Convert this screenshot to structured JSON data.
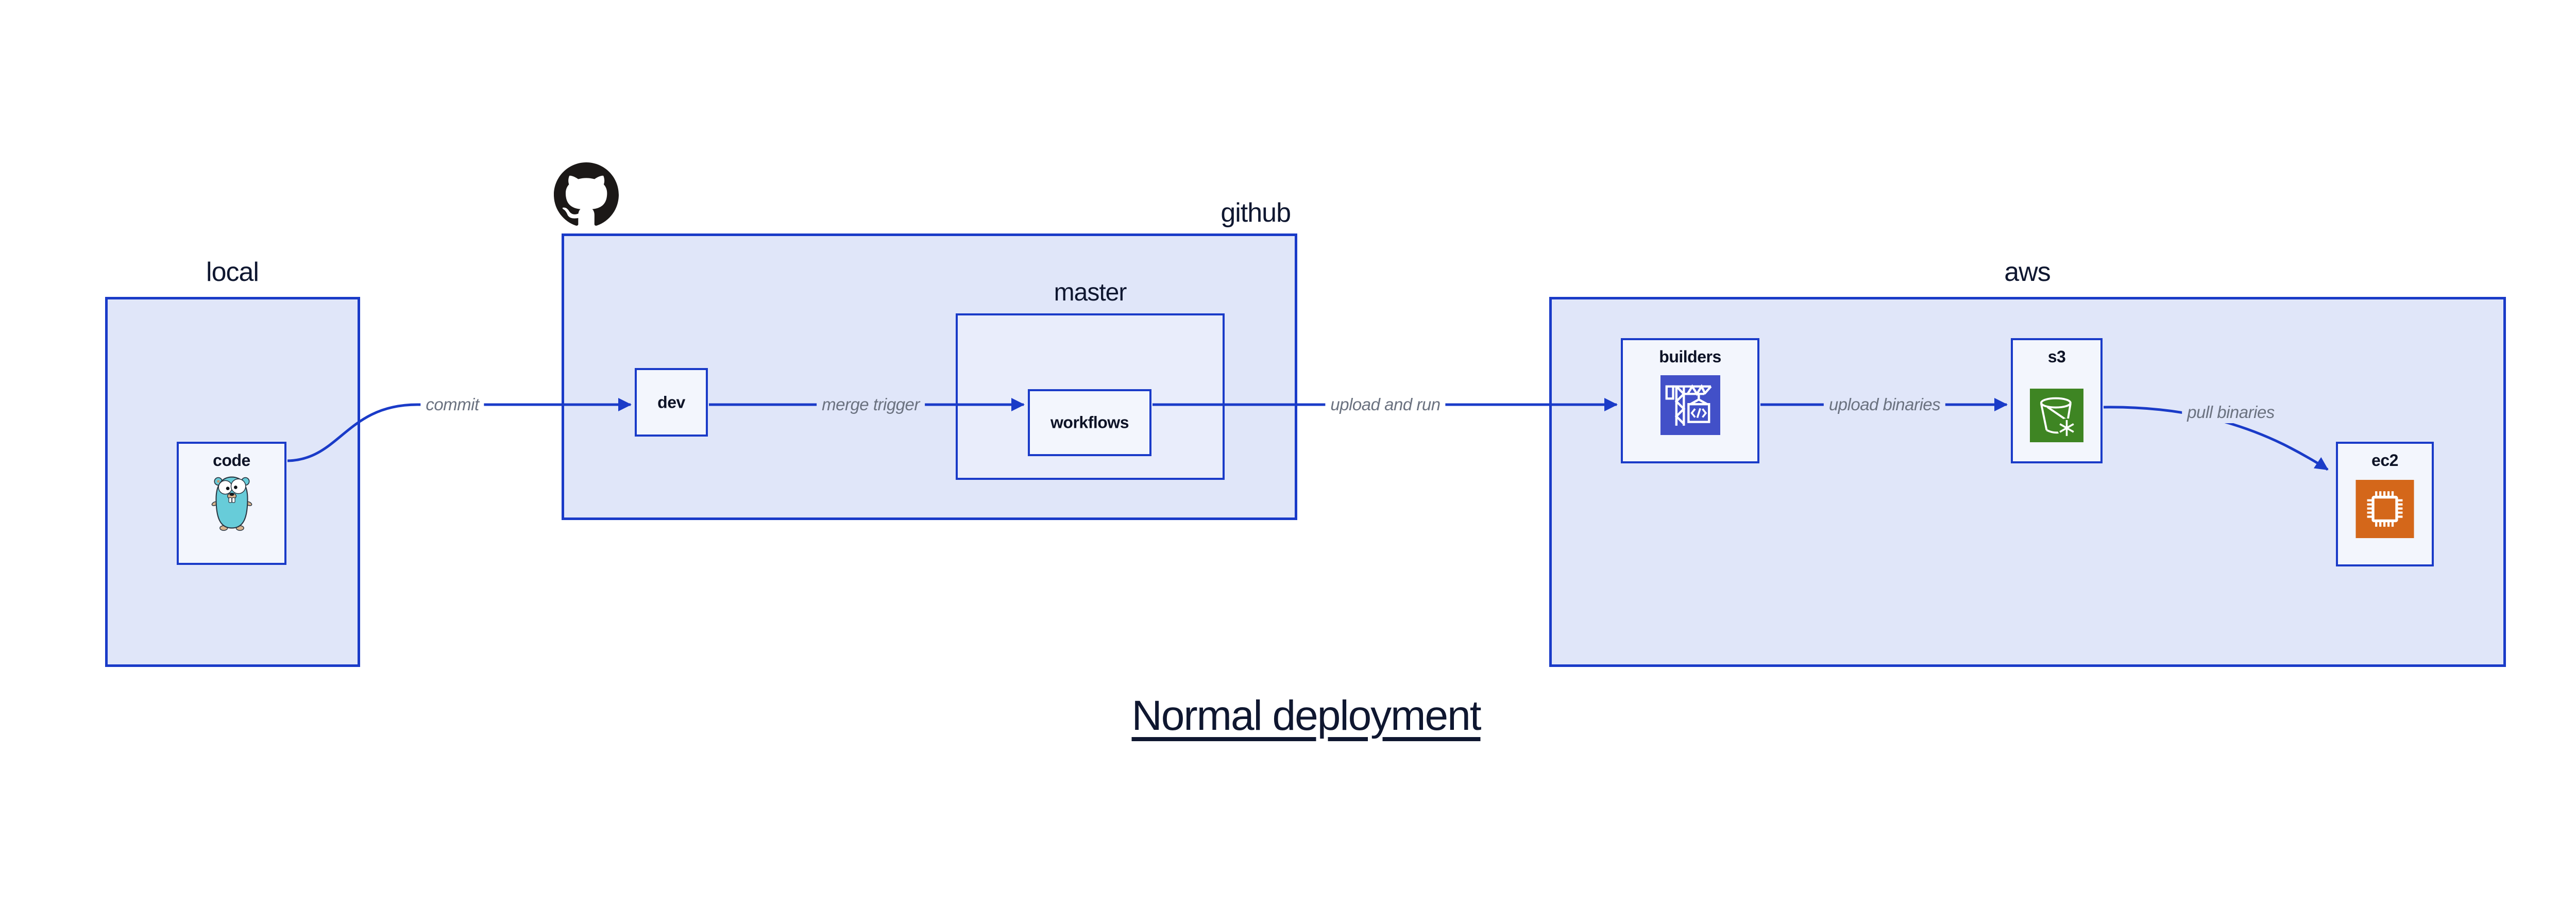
{
  "title": {
    "text": "Normal deployment"
  },
  "groups": {
    "local": {
      "label": "local"
    },
    "github": {
      "label": "github"
    },
    "master": {
      "label": "master"
    },
    "aws": {
      "label": "aws"
    }
  },
  "nodes": {
    "code": {
      "label": "code",
      "icon": "go-gopher-icon"
    },
    "dev": {
      "label": "dev"
    },
    "workflows": {
      "label": "workflows"
    },
    "builders": {
      "label": "builders",
      "icon": "codebuild-crane-icon"
    },
    "s3": {
      "label": "s3",
      "icon": "s3-glacier-bucket-icon"
    },
    "ec2": {
      "label": "ec2",
      "icon": "ec2-chip-icon"
    }
  },
  "edges": {
    "commit": {
      "label": "commit"
    },
    "merge_trigger": {
      "label": "merge trigger"
    },
    "upload_and_run": {
      "label": "upload and run"
    },
    "upload_binaries": {
      "label": "upload binaries"
    },
    "pull_binaries": {
      "label": "pull binaries"
    }
  },
  "icons": {
    "github_logo": "github-octocat-icon"
  },
  "colors": {
    "accent_blue": "#1a3bc8",
    "outer_box_fill": "#e0e6f9",
    "master_box_fill": "#e9edfb",
    "inner_box_fill": "#f3f6fd",
    "node_label_dark": "#0d1326",
    "edge_label_gray": "#6b7280",
    "title_dark": "#0f1730",
    "octocat_black": "#1b1817",
    "gopher_teal": "#67ccd9",
    "codebuild_indigo": "#4250c8",
    "s3_green": "#3e8523",
    "ec2_orange": "#d4671a",
    "canvas_background": "#ffffff"
  }
}
